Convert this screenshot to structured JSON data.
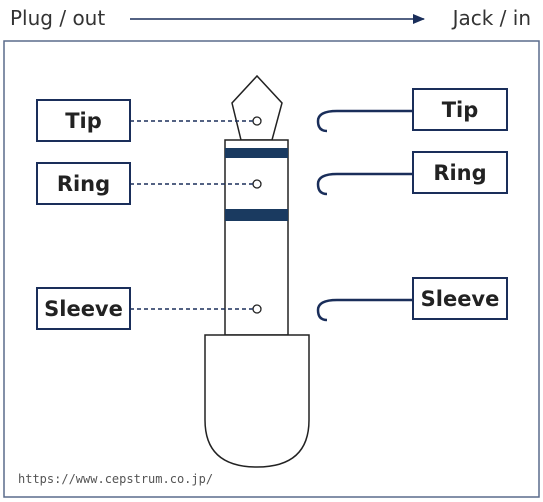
{
  "header": {
    "left_title": "Plug / out",
    "right_title": "Jack / in"
  },
  "plug_labels": {
    "tip": "Tip",
    "ring": "Ring",
    "sleeve": "Sleeve"
  },
  "jack_labels": {
    "tip": "Tip",
    "ring": "Ring",
    "sleeve": "Sleeve"
  },
  "footer": {
    "url": "https://www.cepstrum.co.jp/"
  },
  "colors": {
    "navy": "#1a2e5a",
    "frame": "#5a6b8c",
    "dashed": "#1a2e5a"
  }
}
